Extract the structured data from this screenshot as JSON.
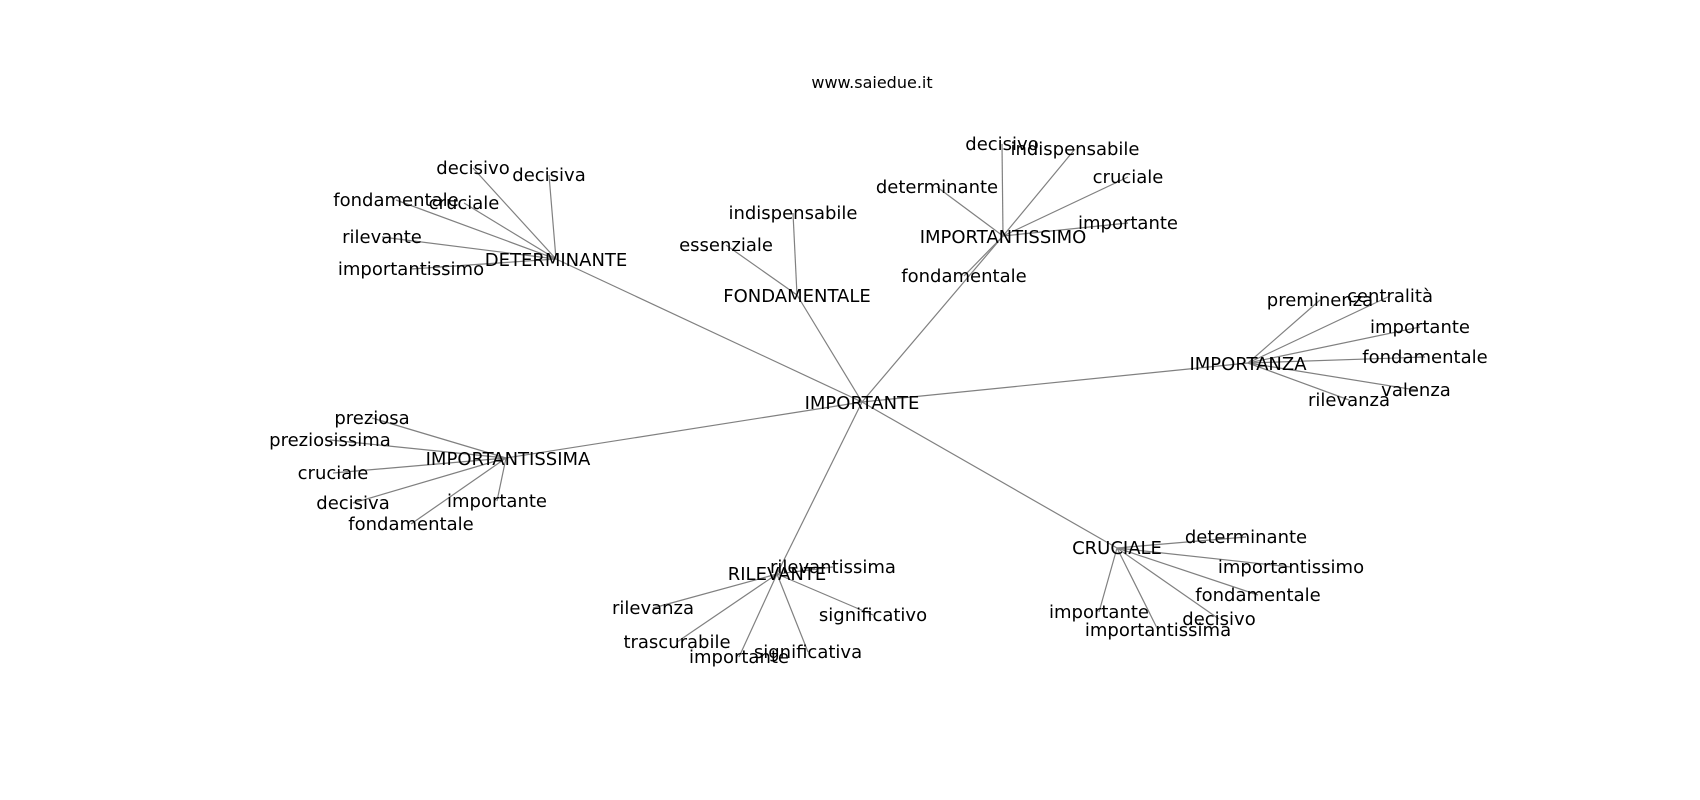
{
  "source_label": "www.saiedue.it",
  "edge_color": "#808080",
  "text_color": "#000000",
  "center": {
    "id": "importante",
    "label": "IMPORTANTE"
  },
  "hubs": [
    {
      "id": "determinante",
      "label": "DETERMINANTE",
      "leaves": [
        "decisivo",
        "decisiva",
        "fondamentale",
        "cruciale",
        "rilevante",
        "importantissimo"
      ]
    },
    {
      "id": "fondamentale",
      "label": "FONDAMENTALE",
      "leaves": [
        "indispensabile",
        "essenziale"
      ]
    },
    {
      "id": "importantissimo",
      "label": "IMPORTANTISSIMO",
      "leaves": [
        "decisivo",
        "indispensabile",
        "determinante",
        "cruciale",
        "importante",
        "fondamentale"
      ]
    },
    {
      "id": "importanza",
      "label": "IMPORTANZA",
      "leaves": [
        "preminenza",
        "centralità",
        "importante",
        "fondamentale",
        "valenza",
        "rilevanza"
      ]
    },
    {
      "id": "importantissima",
      "label": "IMPORTANTISSIMA",
      "leaves": [
        "preziosa",
        "preziosissima",
        "cruciale",
        "decisiva",
        "importante",
        "fondamentale"
      ]
    },
    {
      "id": "rilevante",
      "label": "RILEVANTE",
      "leaves": [
        "rilevantissima",
        "rilevanza",
        "significativo",
        "trascurabile",
        "importante",
        "significativa"
      ]
    },
    {
      "id": "cruciale",
      "label": "CRUCIALE",
      "leaves": [
        "determinante",
        "importantissimo",
        "fondamentale",
        "importante",
        "decisivo",
        "importantissima"
      ]
    }
  ]
}
